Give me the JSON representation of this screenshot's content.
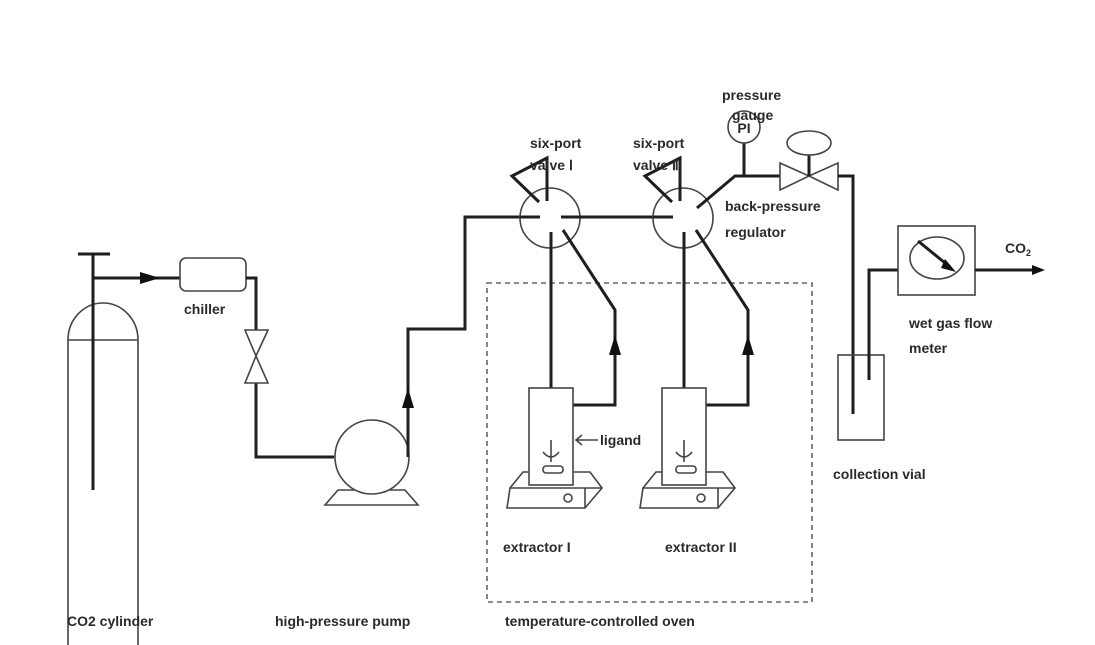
{
  "labels": {
    "cylinder": "CO2 cylinder",
    "chiller": "chiller",
    "pump": "high-pressure pump",
    "oven": "temperature-controlled oven",
    "valve1_line1": "six-port",
    "valve1_line2": "valve Ⅰ",
    "valve2_line1": "six-port",
    "valve2_line2": "valve Ⅱ",
    "gauge_line1": "pressure",
    "gauge_line2": "gauge",
    "gauge_symbol": "PI",
    "bpr_line1": "back-pressure",
    "bpr_line2": "regulator",
    "ligand": "ligand",
    "extractor1": "extractor I",
    "extractor2": "extractor II",
    "vial": "collection vial",
    "meter_line1": "wet gas flow",
    "meter_line2": "meter",
    "outlet": "CO",
    "outlet_sub": "2"
  },
  "colors": {
    "line": "#1e1e1e",
    "outline": "#444444",
    "text": "#2a2a2a"
  }
}
